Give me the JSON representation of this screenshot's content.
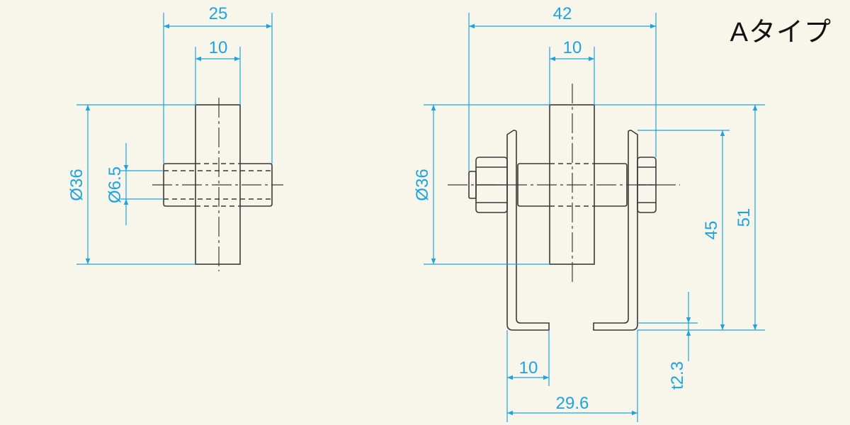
{
  "title": "Aタイプ",
  "colors": {
    "dimension": "#1fa3de",
    "part": "#3a3a3a",
    "background": "#f8f5ea"
  },
  "left_view": {
    "dims": {
      "overall_width": "25",
      "wheel_width": "10",
      "wheel_dia": "Ø36",
      "axle_dia": "Ø6.5"
    }
  },
  "right_view": {
    "dims": {
      "overall_width": "42",
      "wheel_width": "10",
      "wheel_dia": "Ø36",
      "height_45": "45",
      "height_51": "51",
      "foot_width": "10",
      "bracket_span": "29.6",
      "thickness": "t2.3"
    }
  }
}
